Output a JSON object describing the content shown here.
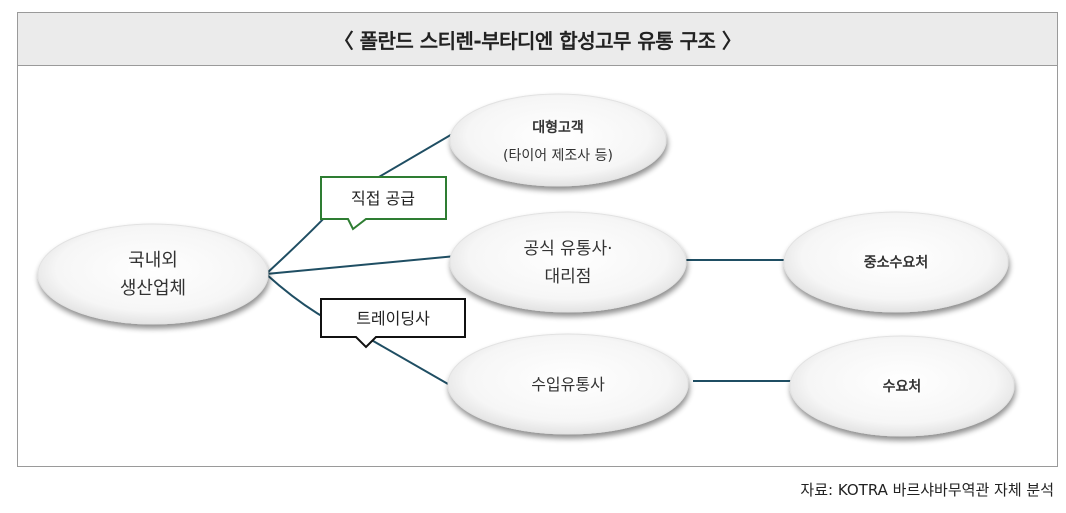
{
  "title": "〈 폴란드 스티렌-부타디엔 합성고무 유통 구조 〉",
  "nodes": {
    "producer": [
      "국내외",
      "생산업체"
    ],
    "large_customer": [
      "대형고객",
      "(타이어 제조사 등)"
    ],
    "official_distributor": [
      "공식 유통사·",
      "대리점"
    ],
    "import_distributor": [
      "수입유통사"
    ],
    "sme_consumer": [
      "중소수요처"
    ],
    "consumer": [
      "수요처"
    ]
  },
  "edge_labels": {
    "direct_supply": "직접 공급",
    "trading": "트레이딩사"
  },
  "source": "자료: KOTRA 바르샤바무역관 자체 분석",
  "colors": {
    "connector": "#1f4e63",
    "direct_supply_border": "#2e7d32",
    "trading_border": "#111111"
  }
}
